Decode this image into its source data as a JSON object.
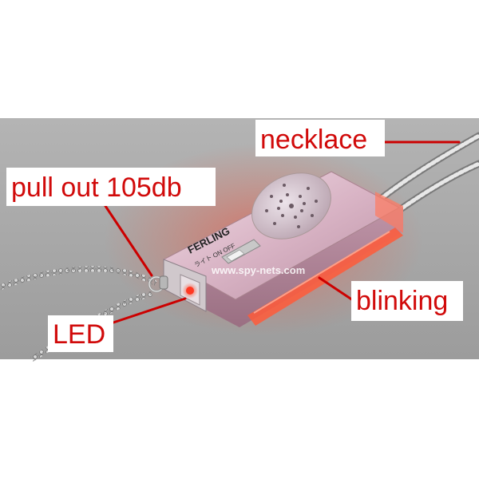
{
  "labels": {
    "necklace": "necklace",
    "pull_out": "pull out 105db",
    "blinking": "blinking",
    "led": "LED"
  },
  "device": {
    "brand": "FERLING",
    "switch_text": "ライト ON OFF"
  },
  "watermark": "www.spy-nets.com",
  "colors": {
    "label_text": "#d10a0a",
    "callout_line": "#cc0000",
    "label_box": "#ffffff",
    "backdrop": "#a9a9a9",
    "body_pink": "#d9b3c4",
    "led_red": "#ff2a1a"
  }
}
